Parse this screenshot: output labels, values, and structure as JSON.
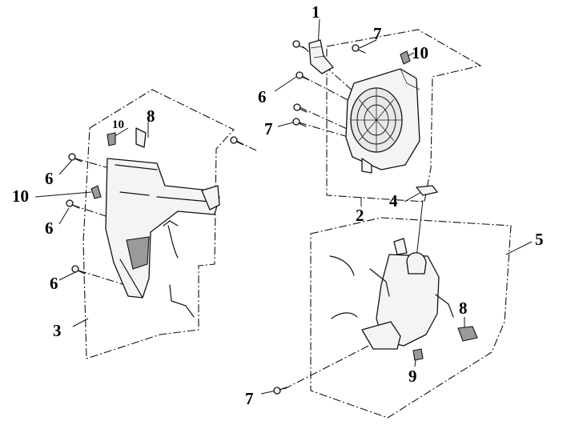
{
  "callouts": {
    "c1": "1",
    "c2": "2",
    "c3": "3",
    "c4": "4",
    "c5": "5",
    "c6a": "6",
    "c6b": "6",
    "c6c": "6",
    "c6d": "6",
    "c7a": "7",
    "c7b": "7",
    "c7c": "7",
    "c8a": "8",
    "c8b": "8",
    "c9": "9",
    "c10a": "10",
    "c10b": "10",
    "c10c": "10"
  }
}
